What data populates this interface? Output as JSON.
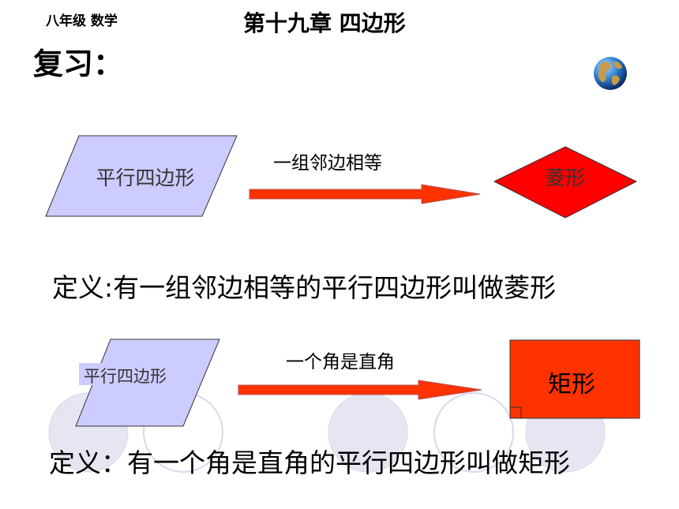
{
  "header": {
    "grade": "八年级  数学",
    "chapter": "第十九章  四边形",
    "review": "复习："
  },
  "icons": {
    "globe": "globe-icon"
  },
  "row1": {
    "from_label": "平行四边形",
    "condition": "一组邻边相等",
    "to_label": "菱形",
    "definition": "定义:有一组邻边相等的平行四边形叫做菱形"
  },
  "row2": {
    "from_label": "平行四边形",
    "condition": "一个角是直角",
    "to_label": "矩形",
    "definition": "定义：有一个角是直角的平行四边形叫做矩形"
  },
  "colors": {
    "parallelogram_fill": "#ccccff",
    "arrow_fill": "#ff3300",
    "rhombus_fill": "#ff0000",
    "rectangle_fill": "#ff3300",
    "circle_fill": "#e6e6f2",
    "circle_stroke": "#d8d8ea"
  }
}
